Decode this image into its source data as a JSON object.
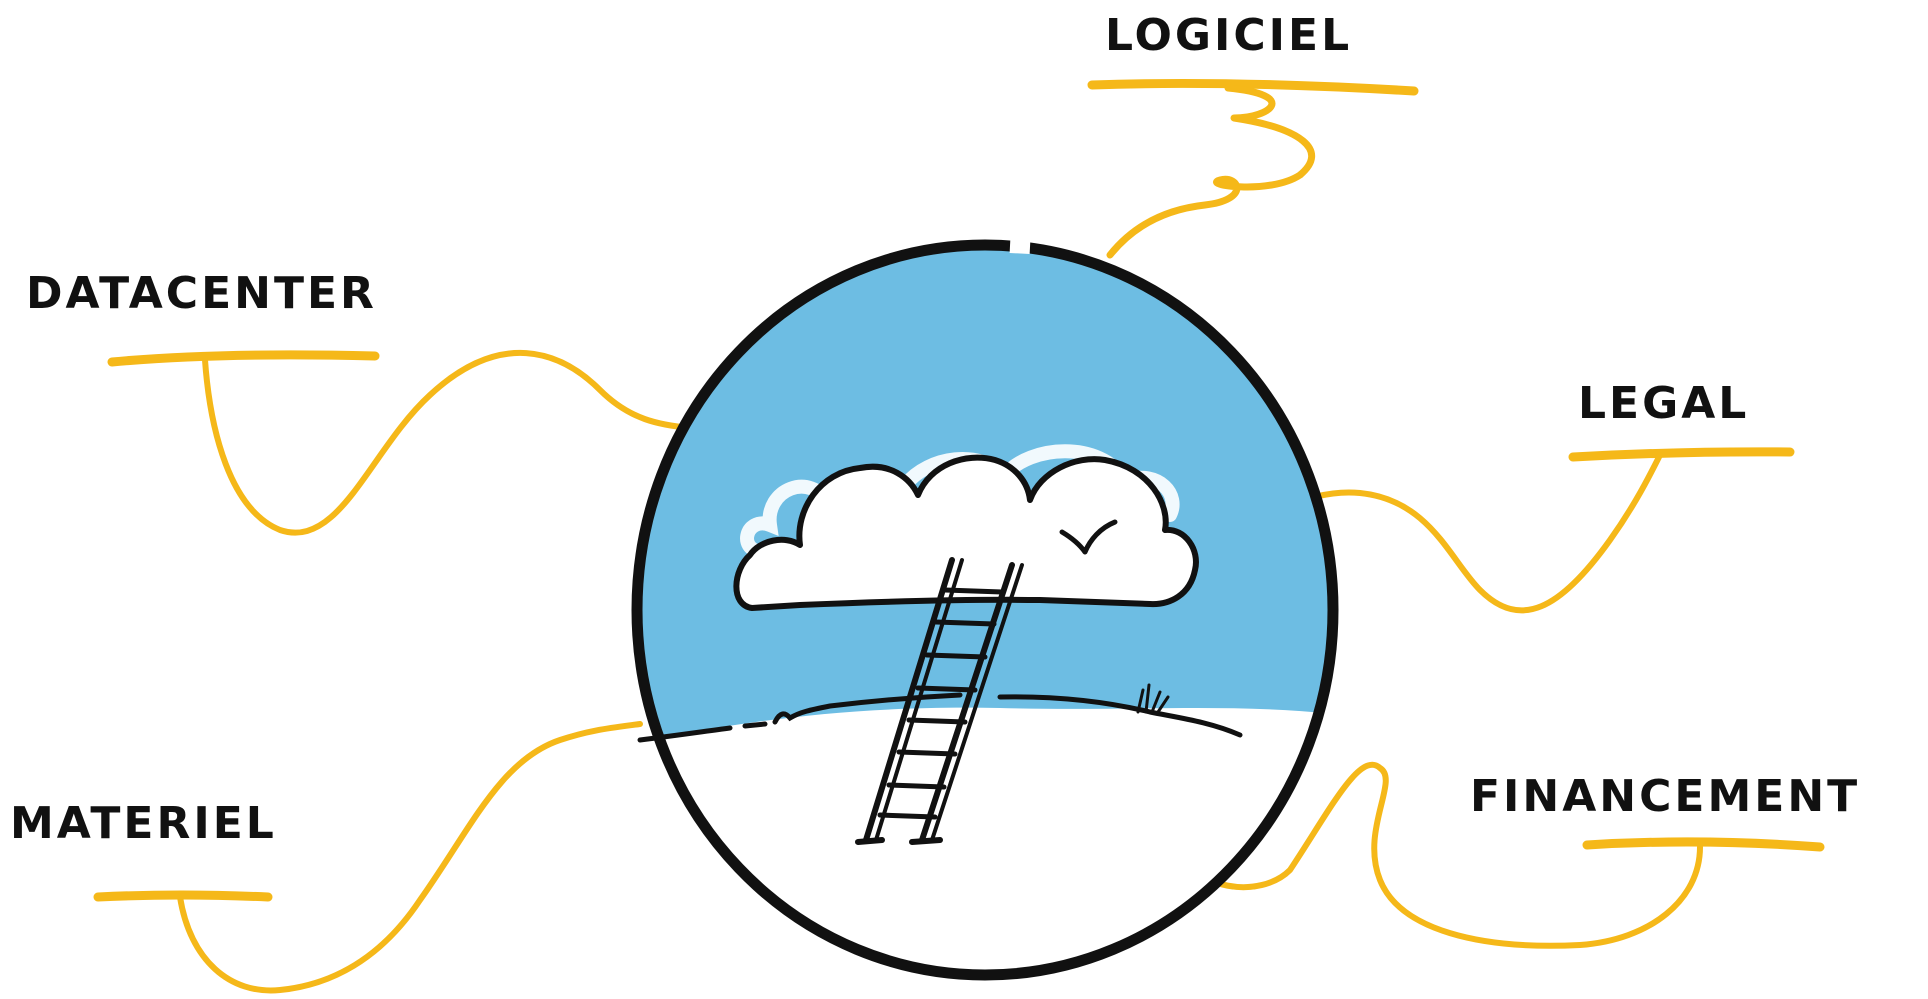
{
  "labels": {
    "logiciel": "LOGICIEL",
    "datacenter": "DATACENTER",
    "legal": "LEGAL",
    "financement": "FINANCEMENT",
    "materiel": "MATERIEL"
  },
  "colors": {
    "connector": "#F5B819",
    "sky": "#6DBDE3",
    "ink": "#111111",
    "background": "#FFFFFF"
  },
  "illustration": {
    "center_icons": [
      "cloud-icon",
      "ladder-icon",
      "bird-icon",
      "grass-icon"
    ]
  }
}
